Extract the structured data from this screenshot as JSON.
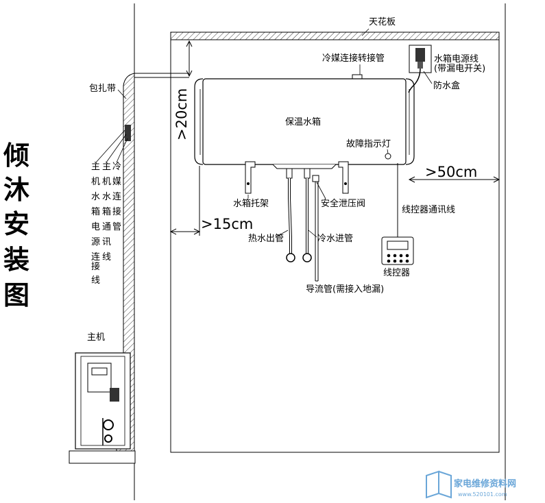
{
  "title_chars": [
    "倾",
    "沐",
    "安",
    "装",
    "图"
  ],
  "labels": {
    "ceiling": "天花板",
    "refrigerant_pipe": "冷媒连接转接管",
    "power_cord": "水箱电源线",
    "power_cord_note": "(带漏电开关)",
    "waterproof_box": "防水盒",
    "wrap_tape": "包扎带",
    "tank": "保温水箱",
    "fault_light": "故障指示灯",
    "tank_bracket": "水箱托架",
    "safety_valve": "安全泄压阀",
    "controller_cable": "线控器通讯线",
    "hot_water_out": "热水出管",
    "cold_water_in": "冷水进管",
    "controller": "线控器",
    "drain_pipe": "导流管(需接入地漏)",
    "main_unit": "主机"
  },
  "vertical_columns": [
    [
      "主",
      "机",
      "水",
      "箱",
      "电",
      "源",
      "连",
      "接",
      "线"
    ],
    [
      "主",
      "机",
      "水",
      "箱",
      "通",
      "讯",
      "线"
    ],
    [
      "冷",
      "媒",
      "连",
      "接",
      "管"
    ]
  ],
  "dimensions": {
    "top_gap": ">20cm",
    "left_gap": ">15cm",
    "right_gap": ">50cm"
  },
  "watermark": {
    "text": "家电维修资料网",
    "url": "www.520101.com"
  }
}
